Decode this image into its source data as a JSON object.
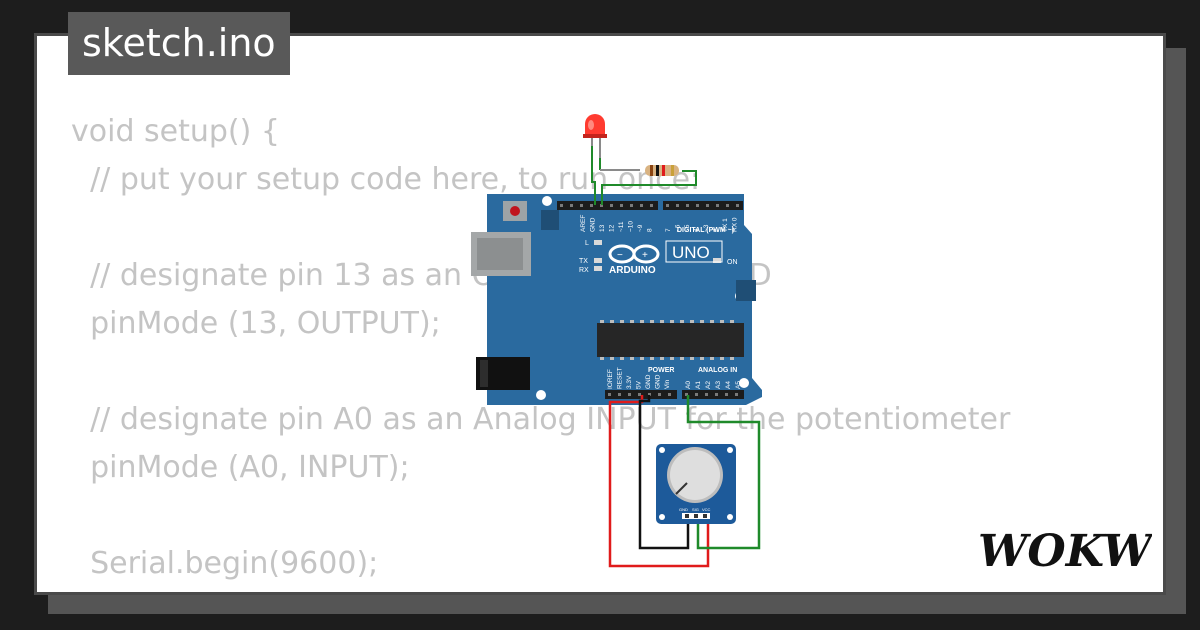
{
  "title": "sketch.ino",
  "code_lines": [
    "void setup() {",
    "  // put your setup code here, to run once:",
    "",
    "  // designate pin 13 as an OUTPUT for the LED",
    "  pinMode (13, OUTPUT);",
    "",
    "  // designate pin A0 as an Analog INPUT for the potentiometer",
    "  pinMode (A0, INPUT);",
    "",
    "  Serial.begin(9600);"
  ],
  "board": {
    "brand": "ARDUINO",
    "model": "UNO",
    "digital_header": "DIGITAL (PWM ~)",
    "power_header": "POWER",
    "analog_header": "ANALOG IN",
    "led_l": "L",
    "led_tx": "TX",
    "led_rx": "RX",
    "led_on": "ON",
    "digital_pins": [
      "AREF",
      "GND",
      "13",
      "12",
      "~11",
      "~10",
      "~9",
      "8",
      "7",
      "~6",
      "~5",
      "4",
      "~3",
      "2",
      "TX 1",
      "RX 0"
    ],
    "power_pins": [
      "IOREF",
      "RESET",
      "3.3V",
      "5V",
      "GND",
      "GND",
      "Vin"
    ],
    "analog_pins": [
      "A0",
      "A1",
      "A2",
      "A3",
      "A4",
      "A5"
    ]
  },
  "potentiometer_pins": [
    "GND",
    "SIG",
    "VCC"
  ],
  "logo_text": "WOKWi",
  "colors": {
    "board": "#2a6a9f",
    "wire_red": "#e01b1b",
    "wire_black": "#111111",
    "wire_green": "#1f8a2a",
    "code_text": "#c4c4c4",
    "title_bg": "#595959"
  }
}
